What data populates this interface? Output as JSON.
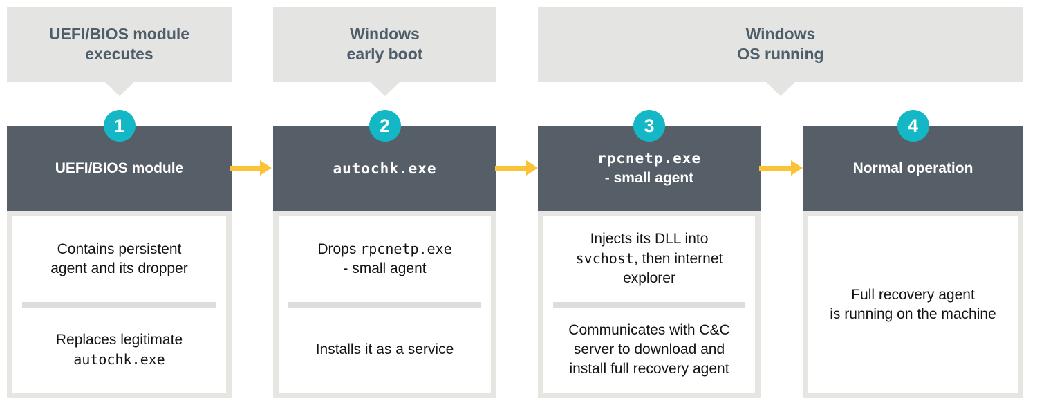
{
  "diagram": {
    "title_semantic": "Malware persistence boot flow",
    "colors": {
      "callout_bg": "#e4e4e2",
      "callout_text": "#4d5d69",
      "header_bg": "#565f68",
      "header_text": "#ffffff",
      "number_badge": "#13b7c5",
      "arrow": "#fbc437",
      "body_frame": "#e6e6e3",
      "body_bg": "#ffffff",
      "body_text": "#141414",
      "divider": "#dedddb"
    },
    "phases": [
      {
        "label": "UEFI/BIOS module\nexecutes"
      },
      {
        "label": "Windows\nearly boot"
      },
      {
        "label": "Windows\nOS running"
      }
    ],
    "steps": [
      {
        "number": "1",
        "title": "UEFI/BIOS module",
        "top_text": "Contains persistent\nagent and its dropper",
        "bottom_line1": "Replaces legitimate",
        "bottom_mono": "autochk.exe"
      },
      {
        "number": "2",
        "title_mono": "autochk.exe",
        "top_prefix": "Drops ",
        "top_mono": "rpcnetp.exe",
        "top_suffix": "\n- small agent",
        "bottom_text": "Installs it as a service"
      },
      {
        "number": "3",
        "title_mono": "rpcnetp.exe",
        "title_suffix": "\n- small agent",
        "top_line1": "Injects its DLL into\n",
        "top_mono": "svchost",
        "top_after_mono": ", then internet\nexplorer",
        "bottom_text": "Communicates with C&C\nserver to download and\ninstall full recovery agent"
      },
      {
        "number": "4",
        "title": "Normal operation",
        "body_text": "Full recovery agent\nis running on the machine"
      }
    ]
  }
}
